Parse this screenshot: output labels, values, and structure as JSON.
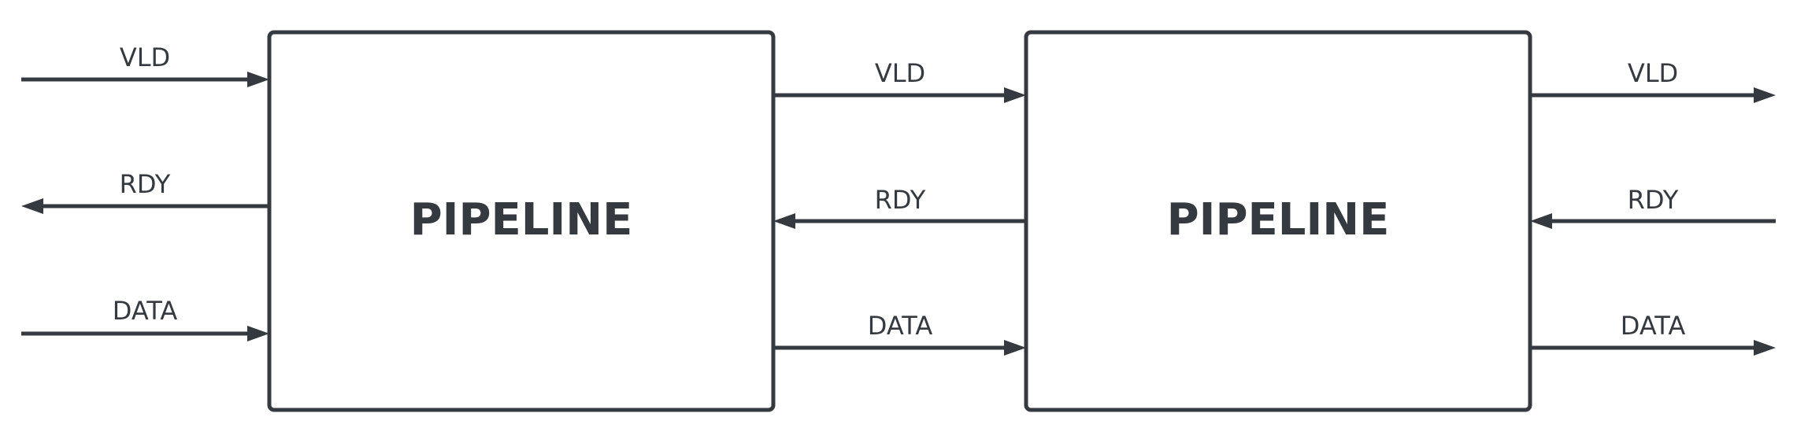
{
  "colors": {
    "stroke": "#343a40",
    "background": "#ffffff"
  },
  "blocks": [
    {
      "label": "PIPELINE"
    },
    {
      "label": "PIPELINE"
    }
  ],
  "signals": {
    "input": {
      "vld": "VLD",
      "rdy": "RDY",
      "data": "DATA"
    },
    "middle": {
      "vld": "VLD",
      "rdy": "RDY",
      "data": "DATA"
    },
    "output": {
      "vld": "VLD",
      "rdy": "RDY",
      "data": "DATA"
    }
  }
}
